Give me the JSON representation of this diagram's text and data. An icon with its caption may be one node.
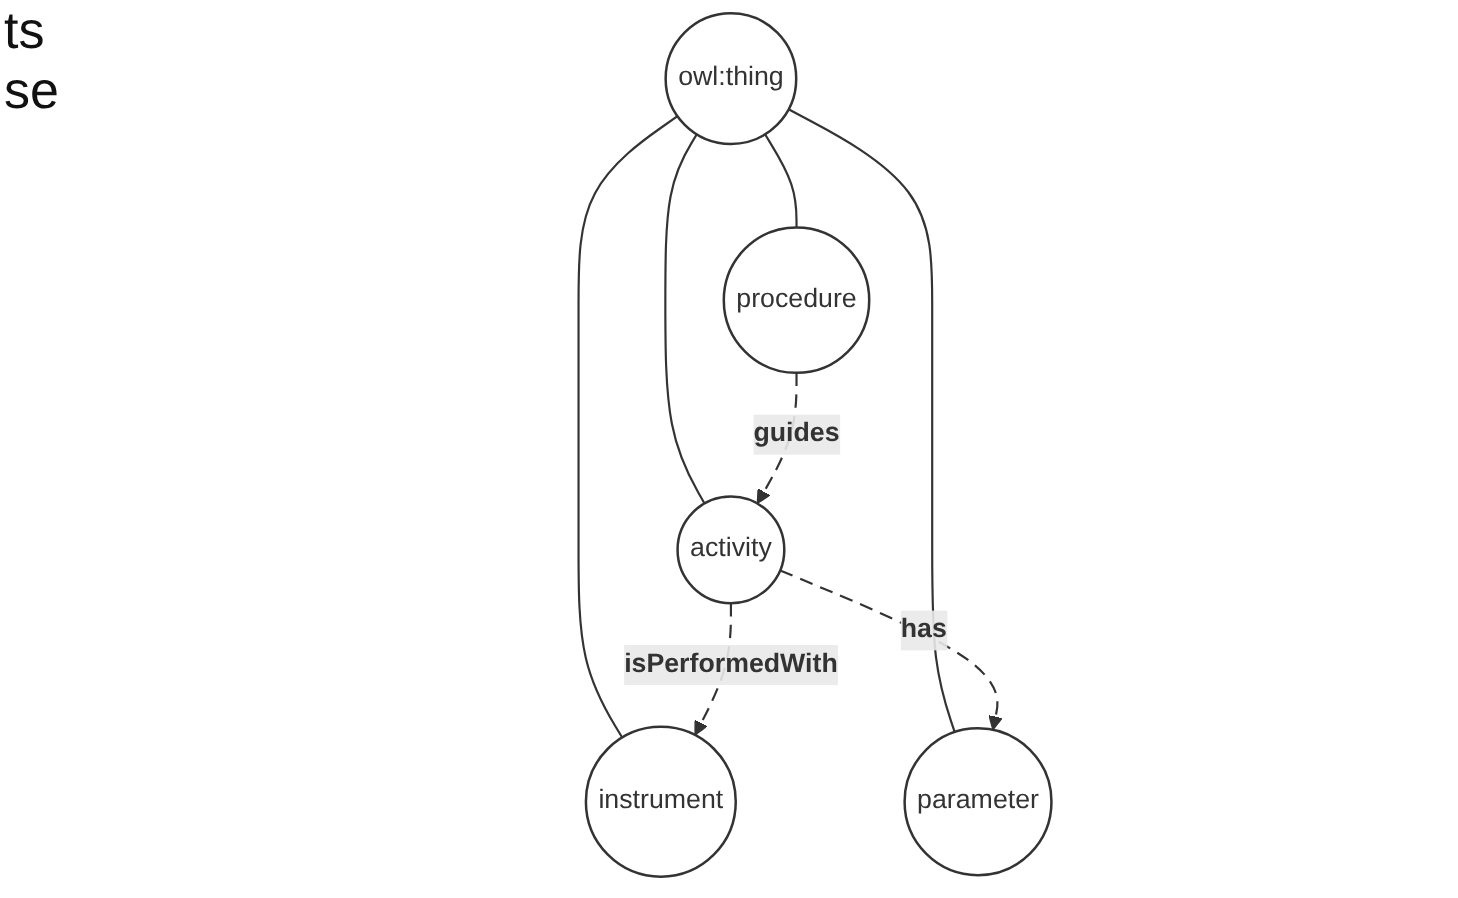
{
  "diagram": {
    "nodes": [
      {
        "text": [
          "owl:thing"
        ]
      },
      {
        "text": [
          "procedure"
        ]
      },
      {
        "text": [
          "instrument"
        ]
      },
      {
        "text": [
          "activity"
        ]
      },
      {
        "text": [
          "parameter"
        ]
      }
    ],
    "edges": [
      {
        "from": 0,
        "to": 1,
        "arrow": "none"
      },
      {
        "from": 0,
        "to": 2,
        "arrow": "none"
      },
      {
        "from": 0,
        "to": 3,
        "arrow": "none"
      },
      {
        "from": 0,
        "to": 4,
        "arrow": "none"
      },
      {
        "from": 3,
        "to": 2,
        "arrow": "to",
        "label": "isPerformedWith",
        "style": "dashed"
      },
      {
        "from": 1,
        "to": 3,
        "arrow": "to",
        "label": "guides",
        "style": "dashed"
      },
      {
        "from": 3,
        "to": 4,
        "arrow": "to",
        "label": "has",
        "style": "dashed"
      }
    ],
    "labels": [
      "ts",
      "se"
    ]
  }
}
